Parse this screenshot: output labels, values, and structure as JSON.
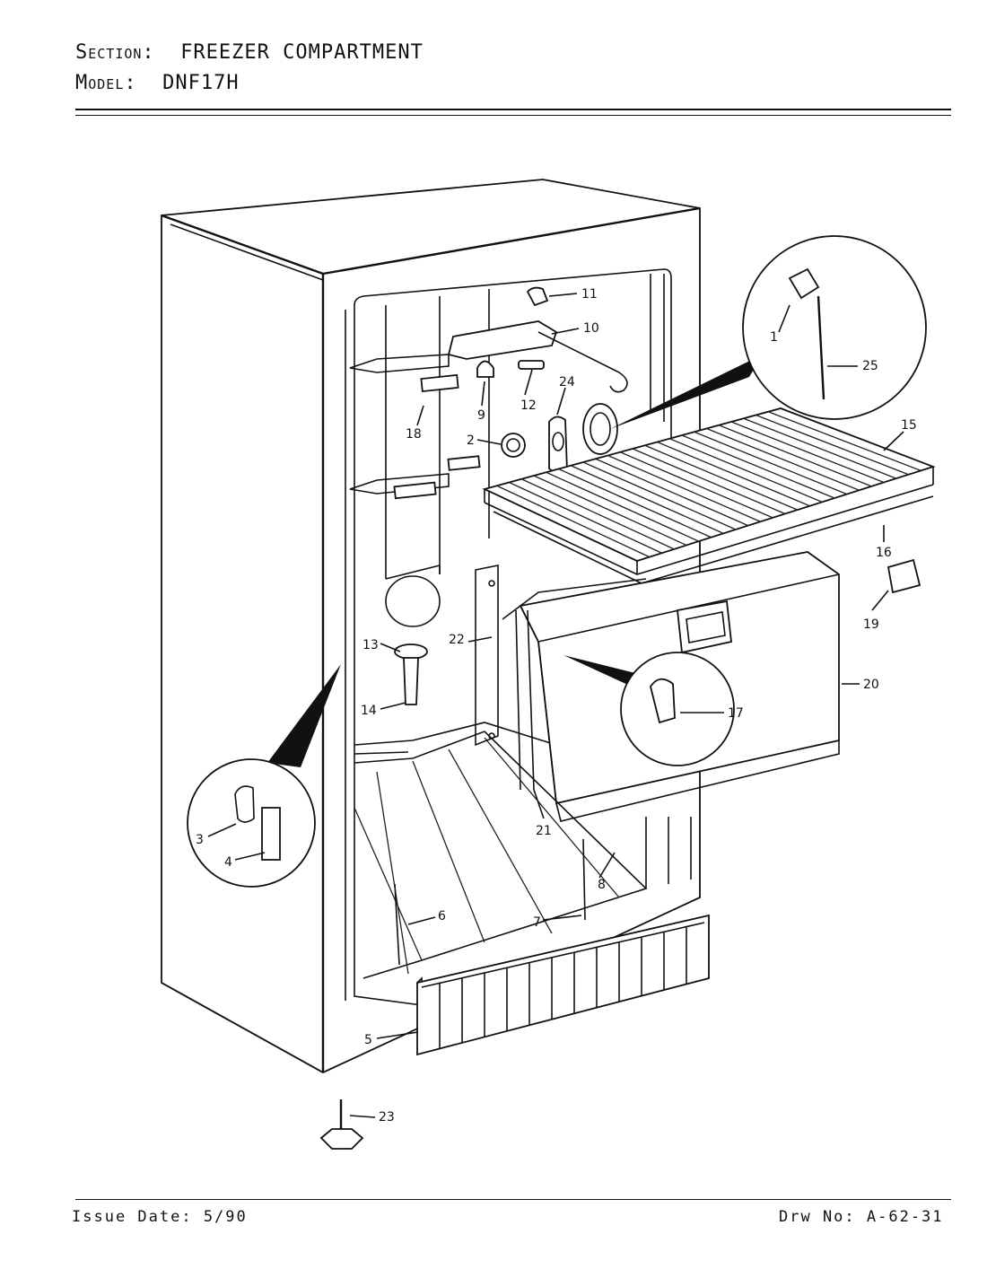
{
  "header": {
    "section_label": "Section:",
    "section_value": "FREEZER COMPARTMENT",
    "model_label": "Model:",
    "model_value": "DNF17H"
  },
  "footer": {
    "issue_date": "Issue Date: 5/90",
    "drawing_number": "Drw No: A-62-31"
  },
  "callouts": {
    "c1": "1",
    "c2": "2",
    "c3": "3",
    "c4": "4",
    "c5": "5",
    "c6": "6",
    "c7": "7",
    "c8": "8",
    "c9": "9",
    "c10": "10",
    "c11": "11",
    "c12": "12",
    "c13": "13",
    "c14": "14",
    "c15": "15",
    "c16": "16",
    "c17": "17",
    "c18": "18",
    "c19": "19",
    "c20": "20",
    "c21": "21",
    "c22": "22",
    "c23": "23",
    "c24": "24",
    "c25": "25"
  }
}
